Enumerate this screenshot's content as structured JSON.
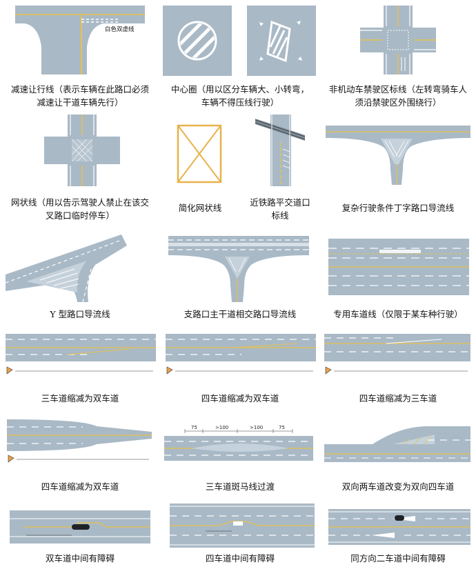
{
  "colors": {
    "road": "#a9b9c6",
    "road_dark": "#97a8b6",
    "white_line": "#ffffff",
    "yellow_line": "#e8c24a",
    "text": "#111111"
  },
  "panels": [
    {
      "id": "p1",
      "caption": "减速让行线（表示车辆在此路口必须\n减速让干道车辆先行）",
      "label": "白色双虚线"
    },
    {
      "id": "p2",
      "caption": "中心圈（用以区分车辆大、小转弯，\n车辆不得压线行驶）"
    },
    {
      "id": "p3",
      "caption": "非机动车禁驶区标线（左转弯骑车人\n须沿禁驶区外围绕行）"
    },
    {
      "id": "p4",
      "caption": "网状线（用以告示驾驶人禁止在该交\n叉路口临时停车）"
    },
    {
      "id": "p5",
      "caption": "简化网状线"
    },
    {
      "id": "p6",
      "caption": "近铁路平交道口\n标线"
    },
    {
      "id": "p7",
      "caption": "复杂行驶条件丁字路口导流线"
    },
    {
      "id": "p8",
      "caption": "Y 型路口导流线"
    },
    {
      "id": "p9",
      "caption": "支路口主干道相交路口导流线"
    },
    {
      "id": "p10",
      "caption": "专用车道线（仅限于某车种行驶）"
    },
    {
      "id": "p11",
      "caption": "三车道缩减为双车道"
    },
    {
      "id": "p12",
      "caption": "四车道缩减为双车道"
    },
    {
      "id": "p13",
      "caption": "四车道缩减为三车道"
    },
    {
      "id": "p14",
      "caption": "四车道缩减为双车道"
    },
    {
      "id": "p15",
      "caption": "三车道斑马线过渡",
      "labels": [
        "75",
        ">100",
        ">100",
        "75"
      ]
    },
    {
      "id": "p16",
      "caption": "双向两车道改变为双向四车道"
    },
    {
      "id": "p17",
      "caption": "双车道中间有障碍"
    },
    {
      "id": "p18",
      "caption": "四车道中间有障碍"
    },
    {
      "id": "p19",
      "caption": "同方向二车道中间有障碍"
    }
  ]
}
